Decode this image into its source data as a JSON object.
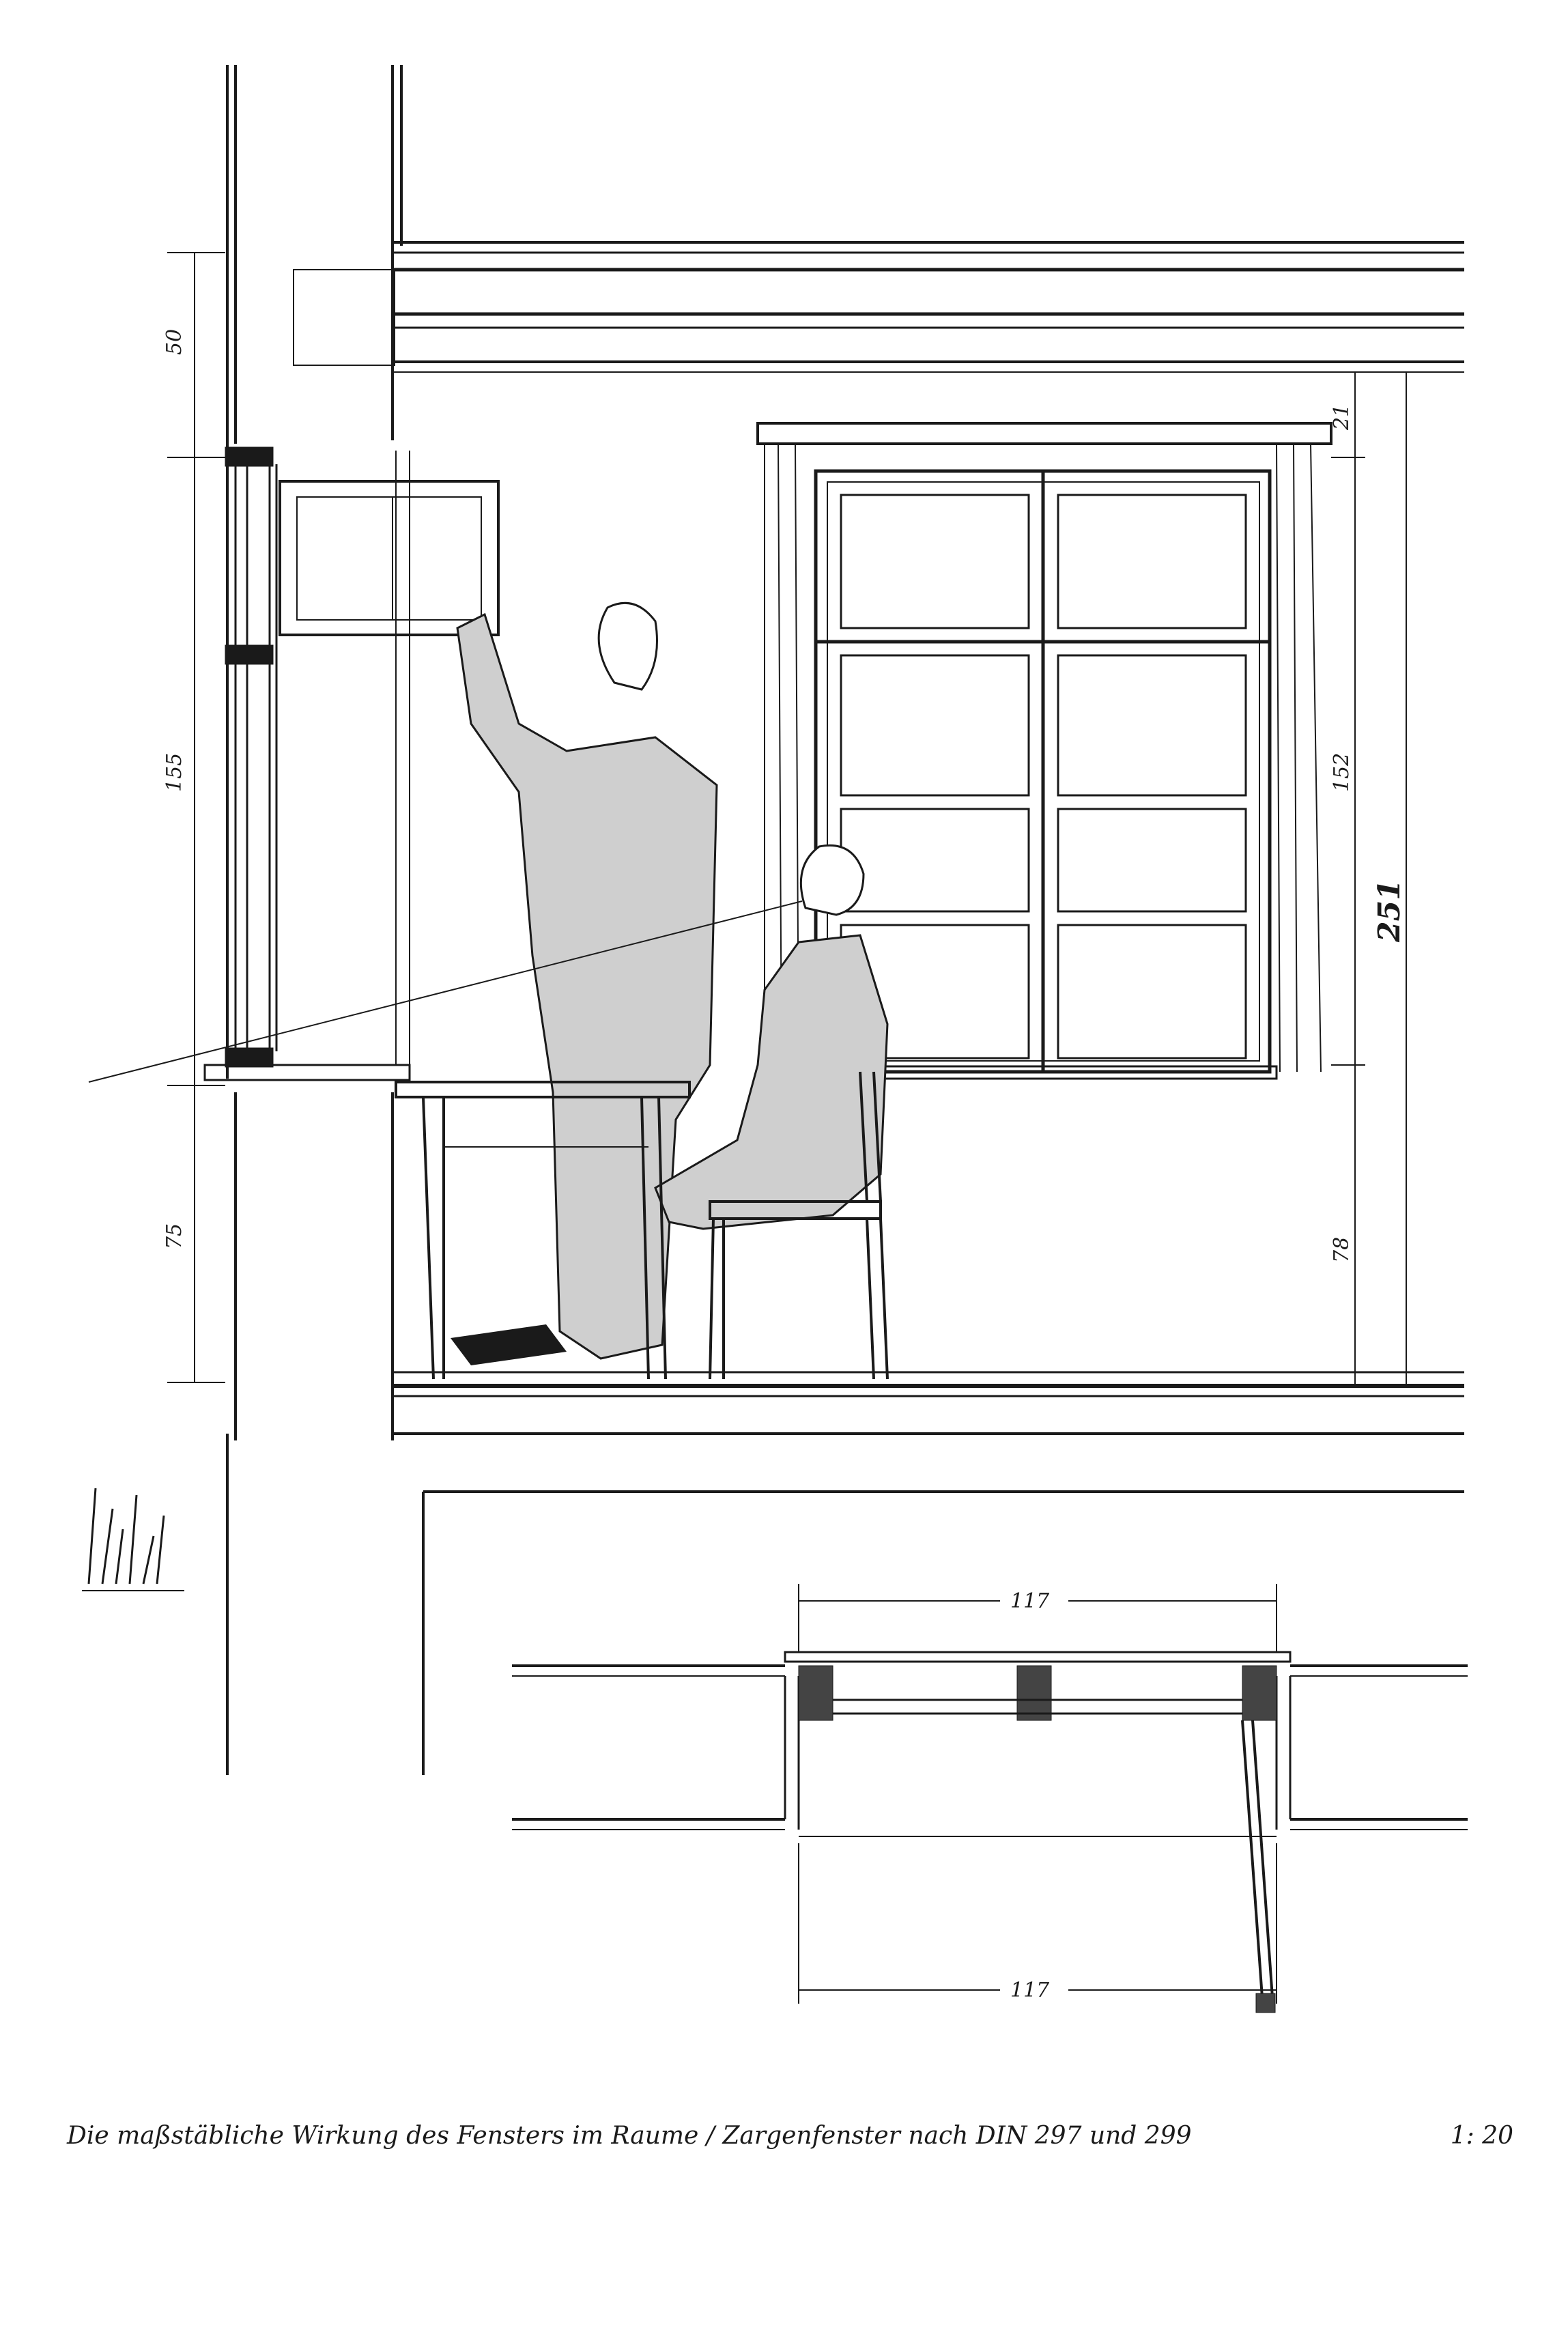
{
  "caption": "Die maßstäbliche Wirkung des Fensters im Raume / Zargenfenster nach DIN 297 und 299",
  "scale": "1: 20",
  "section_dimensions": {
    "left": [
      "50",
      "155",
      "75"
    ],
    "right": [
      "21",
      "152",
      "78"
    ],
    "total": "251"
  },
  "plan_dimensions": {
    "top": "117",
    "bottom": "117"
  }
}
